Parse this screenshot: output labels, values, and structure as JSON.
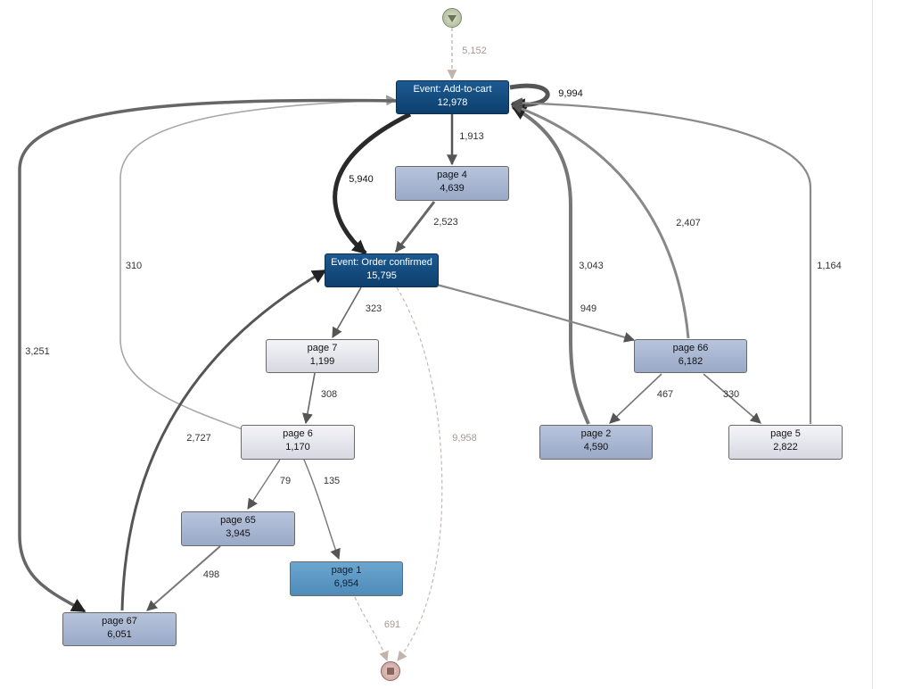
{
  "diagram": {
    "start": {
      "icon": "start-triangle-icon"
    },
    "end": {
      "icon": "end-square-icon"
    },
    "nodes": {
      "add_to_cart": {
        "name": "Event: Add-to-cart",
        "count": "12,978",
        "style": "event"
      },
      "page4": {
        "name": "page 4",
        "count": "4,639",
        "style": "dark"
      },
      "order_confirmed": {
        "name": "Event: Order confirmed",
        "count": "15,795",
        "style": "event"
      },
      "page7": {
        "name": "page 7",
        "count": "1,199",
        "style": "light"
      },
      "page6": {
        "name": "page 6",
        "count": "1,170",
        "style": "light"
      },
      "page66": {
        "name": "page 66",
        "count": "6,182",
        "style": "dark"
      },
      "page2": {
        "name": "page 2",
        "count": "4,590",
        "style": "dark"
      },
      "page5": {
        "name": "page 5",
        "count": "2,822",
        "style": "light"
      },
      "page65": {
        "name": "page 65",
        "count": "3,945",
        "style": "dark"
      },
      "page1": {
        "name": "page 1",
        "count": "6,954",
        "style": "mid"
      },
      "page67": {
        "name": "page 67",
        "count": "6,051",
        "style": "dark"
      }
    },
    "edges": {
      "start_to_add_to_cart": {
        "from": "start",
        "to": "add_to_cart",
        "value": "5,152"
      },
      "add_to_cart_self": {
        "from": "add_to_cart",
        "to": "add_to_cart",
        "value": "9,994"
      },
      "add_to_cart_to_page4": {
        "from": "add_to_cart",
        "to": "page4",
        "value": "1,913"
      },
      "add_to_cart_to_order_confirmed": {
        "from": "add_to_cart",
        "to": "order_confirmed",
        "value": "5,940"
      },
      "page4_to_order_confirmed": {
        "from": "page4",
        "to": "order_confirmed",
        "value": "2,523"
      },
      "page6_to_add_to_cart": {
        "from": "page6",
        "to": "add_to_cart",
        "value": "310"
      },
      "add_to_cart_to_page67": {
        "from": "add_to_cart",
        "to": "page67",
        "value": "3,251"
      },
      "page2_to_add_to_cart": {
        "from": "page2",
        "to": "add_to_cart",
        "value": "3,043"
      },
      "page66_to_add_to_cart": {
        "from": "page66",
        "to": "add_to_cart",
        "value": "2,407"
      },
      "page5_to_add_to_cart": {
        "from": "page5",
        "to": "add_to_cart",
        "value": "1,164"
      },
      "order_confirmed_to_page7": {
        "from": "order_confirmed",
        "to": "page7",
        "value": "323"
      },
      "order_confirmed_to_page66": {
        "from": "order_confirmed",
        "to": "page66",
        "value": "949"
      },
      "order_confirmed_to_end": {
        "from": "order_confirmed",
        "to": "end",
        "value": "9,958"
      },
      "page7_to_page6": {
        "from": "page7",
        "to": "page6",
        "value": "308"
      },
      "page67_to_order_confirmed": {
        "from": "page67",
        "to": "order_confirmed",
        "value": "2,727"
      },
      "page6_to_page65": {
        "from": "page6",
        "to": "page65",
        "value": "79"
      },
      "page6_to_page1": {
        "from": "page6",
        "to": "page1",
        "value": "135"
      },
      "page66_to_page2": {
        "from": "page66",
        "to": "page2",
        "value": "467"
      },
      "page66_to_page5": {
        "from": "page66",
        "to": "page5",
        "value": "330"
      },
      "page65_to_page67": {
        "from": "page65",
        "to": "page67",
        "value": "498"
      },
      "page1_to_end": {
        "from": "page1",
        "to": "end",
        "value": "691"
      }
    }
  }
}
